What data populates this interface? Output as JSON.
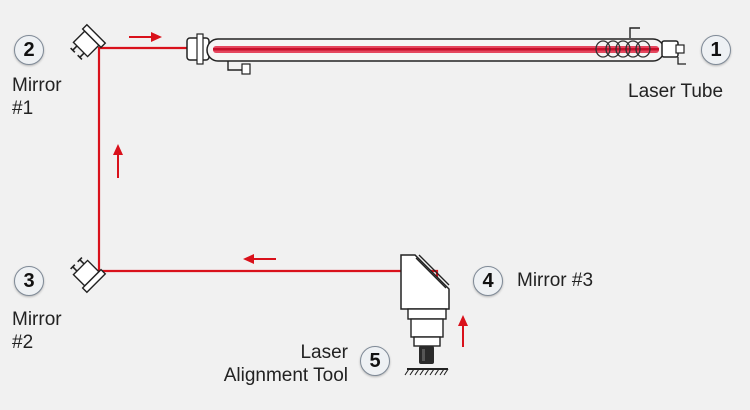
{
  "components": [
    {
      "number": "1",
      "label": "Laser Tube"
    },
    {
      "number": "2",
      "label_line1": "Mirror",
      "label_line2": "#1"
    },
    {
      "number": "3",
      "label_line1": "Mirror",
      "label_line2": "#2"
    },
    {
      "number": "4",
      "label": "Mirror #3"
    },
    {
      "number": "5",
      "label_line1": "Laser",
      "label_line2": "Alignment Tool"
    }
  ],
  "colors": {
    "beam": "#d9111b",
    "arrow": "#d9111b",
    "tube_glass": "#f6f4f4",
    "tube_core": "#e5465e",
    "hardware": "#ffffff",
    "outline": "#222222",
    "background": "#f1f1f1"
  },
  "icons": [
    "laser-tube-icon",
    "mirror-mount-icon",
    "alignment-tool-icon",
    "arrow-right-icon",
    "arrow-up-icon",
    "arrow-left-icon"
  ]
}
